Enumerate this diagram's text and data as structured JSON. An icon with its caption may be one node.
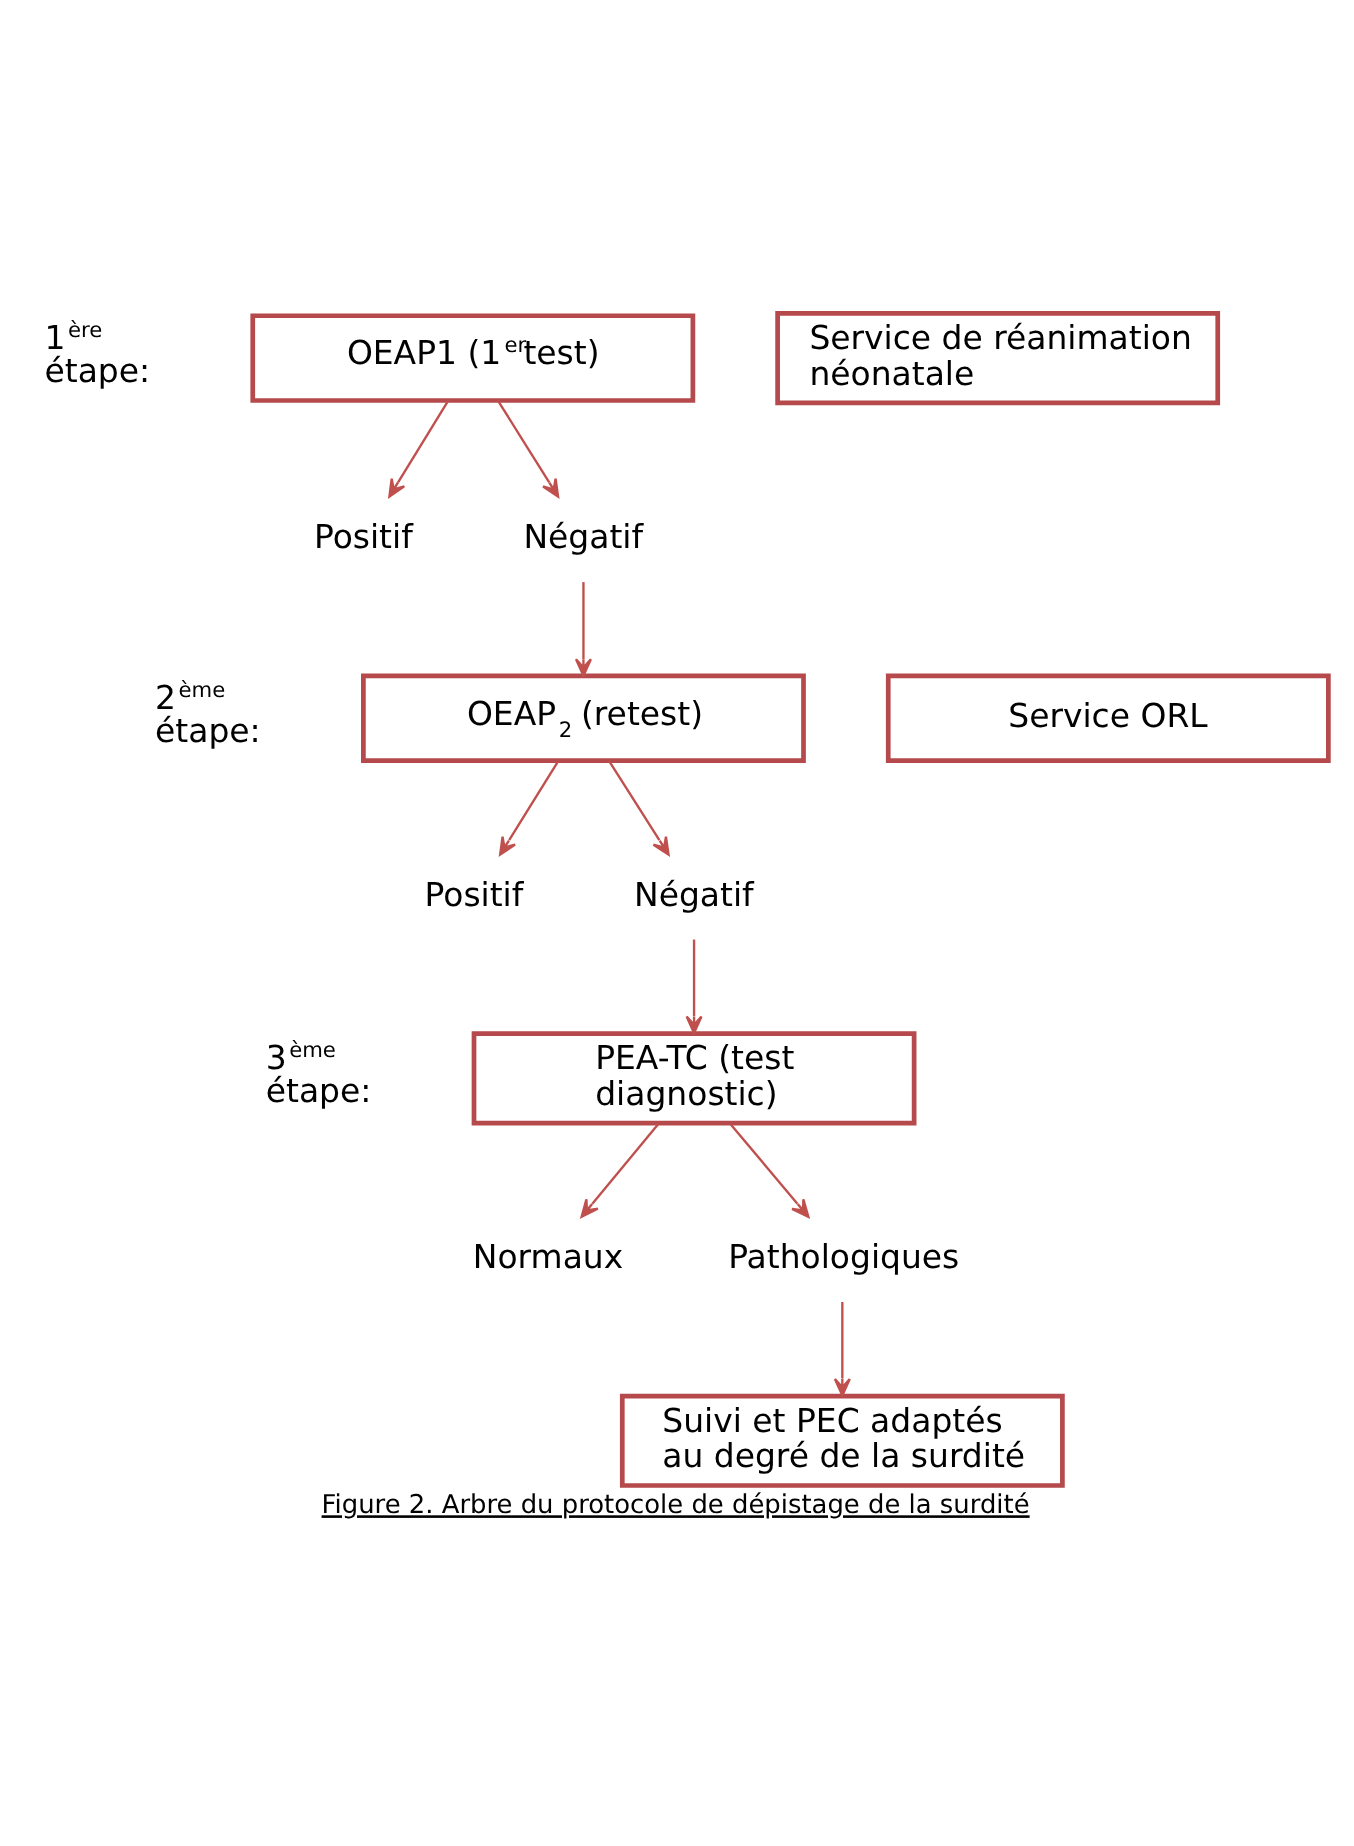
{
  "diagram": {
    "caption": "Figure 2. Arbre du protocole de dépistage de la surdité",
    "nodes": [
      {
        "text": [
          "OEAP1 (1$^{er}$test)"
        ]
      },
      {
        "text": [
          "Service de réanimation néonatale"
        ]
      },
      {
        "text": [
          "Positif"
        ]
      },
      {
        "text": [
          "Négatif"
        ]
      },
      {
        "text": [
          "OEAP$_{2}$ (retest)"
        ]
      },
      {
        "text": [
          "Service ORL"
        ]
      },
      {
        "text": [
          "Positif"
        ]
      },
      {
        "text": [
          "Négatif"
        ]
      },
      {
        "text": [
          "PEA-TC (test diagnostic)"
        ]
      },
      {
        "text": [
          "Normaux"
        ]
      },
      {
        "text": [
          "Pathologiques"
        ]
      },
      {
        "text": [
          "Suivi et PEC adaptés au degré de la surdité"
        ]
      }
    ],
    "edges": [
      {
        "from": 0,
        "to": 2,
        "arrow": "to"
      },
      {
        "from": 0,
        "to": 3,
        "arrow": "to"
      },
      {
        "from": 3,
        "to": 4,
        "arrow": "to"
      },
      {
        "from": 4,
        "to": 6,
        "arrow": "to"
      },
      {
        "from": 4,
        "to": 7,
        "arrow": "to"
      },
      {
        "from": 7,
        "to": 8,
        "arrow": "to"
      },
      {
        "from": 8,
        "to": 9,
        "arrow": "to"
      },
      {
        "from": 8,
        "to": 10,
        "arrow": "to"
      },
      {
        "from": 10,
        "to": 11,
        "arrow": "to"
      }
    ],
    "labels": [
      "1$^{ère}$ étape:",
      "2$^{ème}$ étape:",
      "3$^{ème}$ étape:"
    ]
  }
}
